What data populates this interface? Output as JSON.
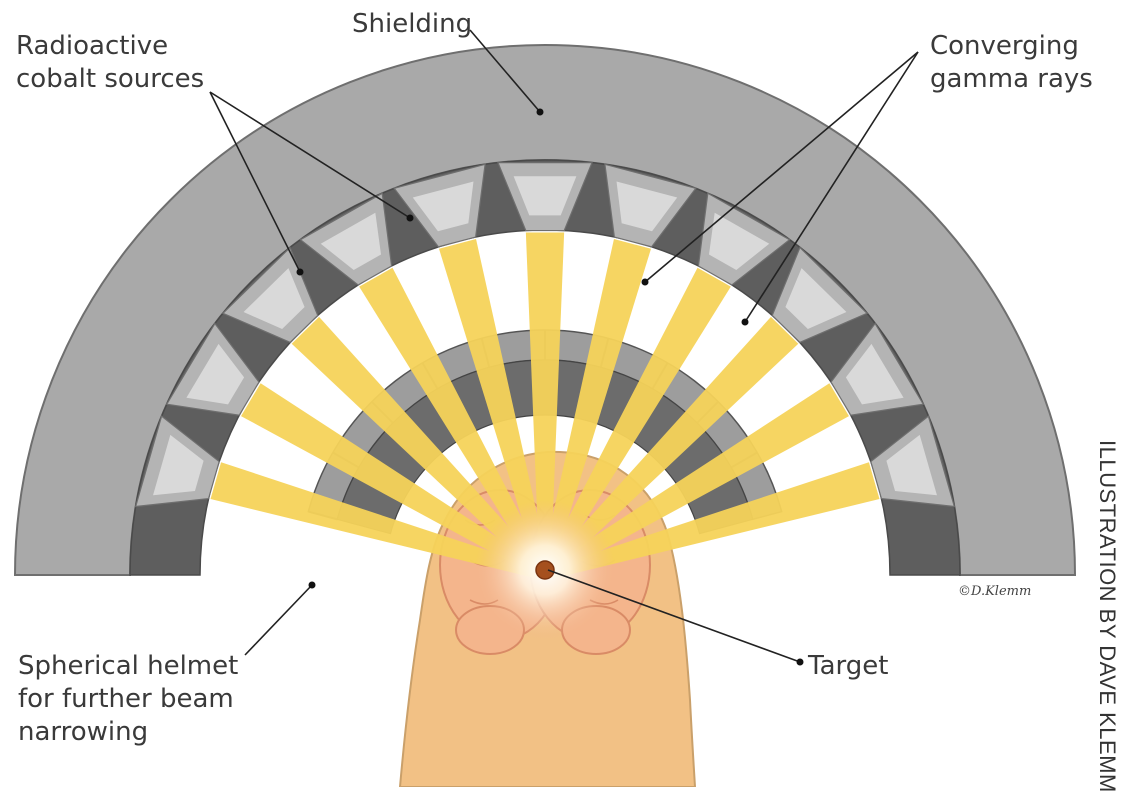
{
  "labels": {
    "shielding": "Shielding",
    "radioactive_line1": "Radioactive",
    "radioactive_line2": "cobalt sources",
    "converging_line1": "Converging",
    "converging_line2": "gamma rays",
    "helmet_line1": "Spherical helmet",
    "helmet_line2": "for further beam",
    "helmet_line3": "narrowing",
    "target": "Target"
  },
  "credits": {
    "signature": "©D.Klemm",
    "illustration": "ILLUSTRATION BY DAVE KLEMM"
  },
  "colors": {
    "shielding": "#a9a9a9",
    "beam": "#f5d35a",
    "skin": "#f2c185",
    "brain": "#f4b58c",
    "target": "#a5501e"
  }
}
